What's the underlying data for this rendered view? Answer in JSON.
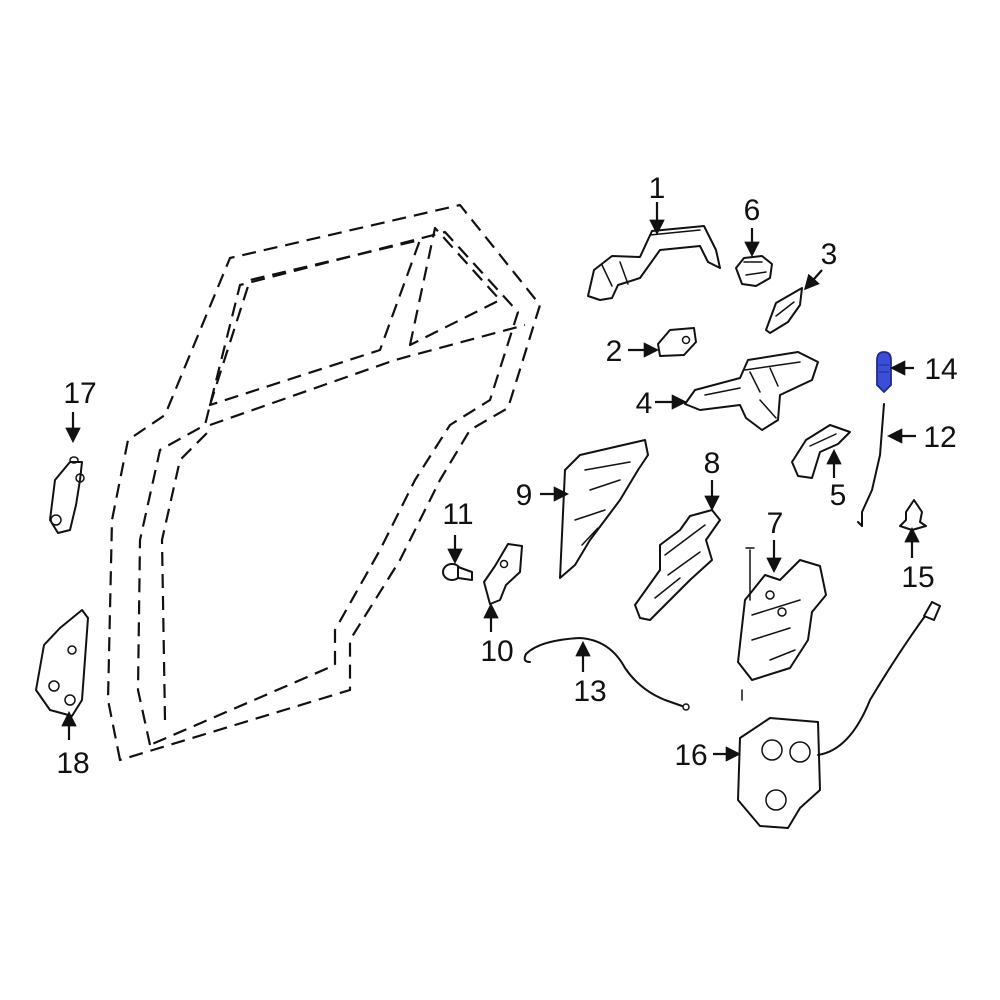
{
  "colors": {
    "line": "#111111",
    "background": "#ffffff",
    "highlight": "#3b4fd6",
    "highlight_edge": "#1f2a8a"
  },
  "highlighted_part": "14",
  "callouts": [
    "1",
    "2",
    "3",
    "4",
    "5",
    "6",
    "7",
    "8",
    "9",
    "10",
    "11",
    "12",
    "13",
    "14",
    "15",
    "16",
    "17",
    "18"
  ],
  "labels": {
    "p1": "1",
    "p2": "2",
    "p3": "3",
    "p4": "4",
    "p5": "5",
    "p6": "6",
    "p7": "7",
    "p8": "8",
    "p9": "9",
    "p10": "10",
    "p11": "11",
    "p12": "12",
    "p13": "13",
    "p14": "14",
    "p15": "15",
    "p16": "16",
    "p17": "17",
    "p18": "18"
  }
}
